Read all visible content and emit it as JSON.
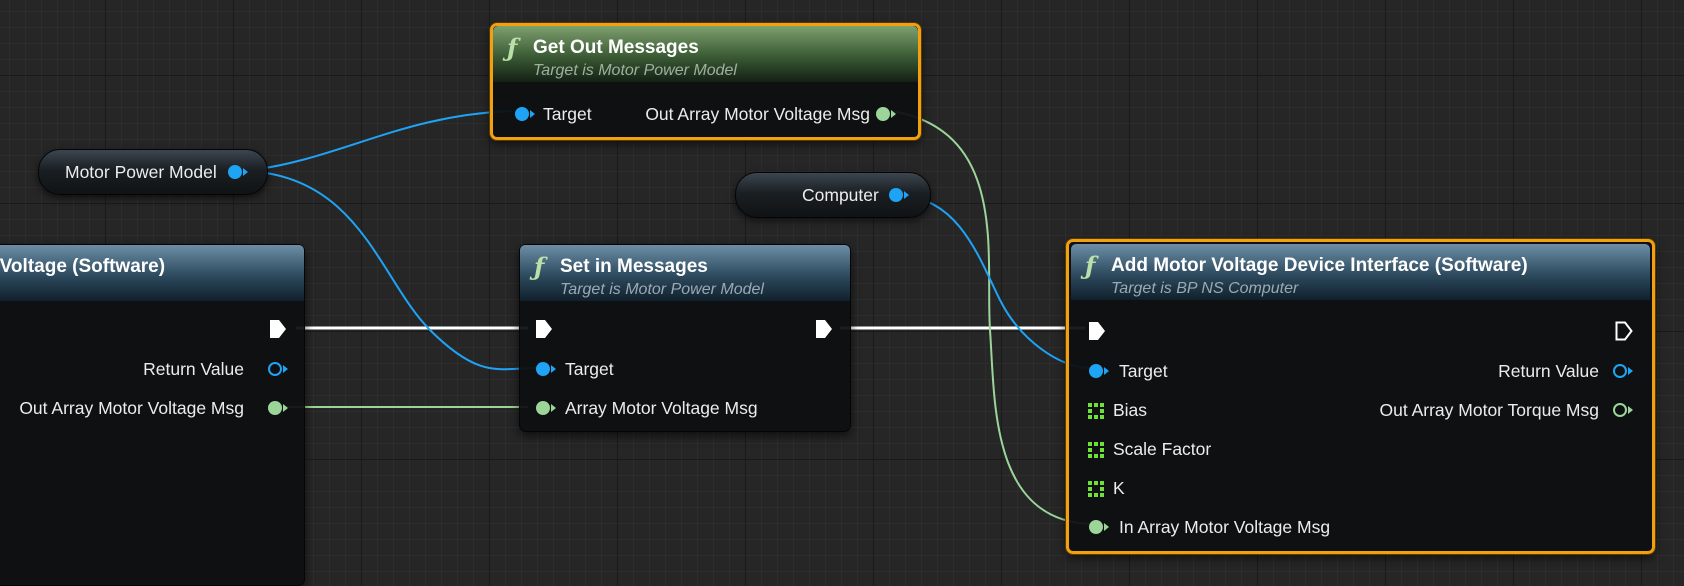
{
  "nodes": {
    "get_out_messages": {
      "icon": "function-icon",
      "title": "Get Out Messages",
      "subtitle": "Target is Motor Power Model",
      "input_target": "Target",
      "output_array": "Out Array Motor Voltage Msg"
    },
    "motor_power_model_var": {
      "label": "Motor Power Model"
    },
    "computer_var": {
      "label": "Computer"
    },
    "left_node": {
      "title": "r Voltage (Software)",
      "return_value": "Return Value",
      "output_array": "Out Array Motor Voltage Msg"
    },
    "set_in_messages": {
      "icon": "function-icon",
      "title": "Set in Messages",
      "subtitle": "Target is Motor Power Model",
      "input_target": "Target",
      "input_array": "Array Motor Voltage Msg"
    },
    "add_motor_voltage": {
      "icon": "function-icon",
      "title": "Add Motor Voltage Device Interface (Software)",
      "subtitle": "Target is BP NS Computer",
      "input_target": "Target",
      "input_bias": "Bias",
      "input_scale": "Scale Factor",
      "input_k": "K",
      "input_array": "In Array Motor Voltage Msg",
      "return_value": "Return Value",
      "output_array": "Out Array Motor Torque Msg"
    }
  },
  "colors": {
    "object_pin": "#1ea3f5",
    "array_pin": "#9cd59a",
    "float_pin": "#6fe03a",
    "exec_wire": "#ffffff",
    "selection": "#f0a010"
  }
}
